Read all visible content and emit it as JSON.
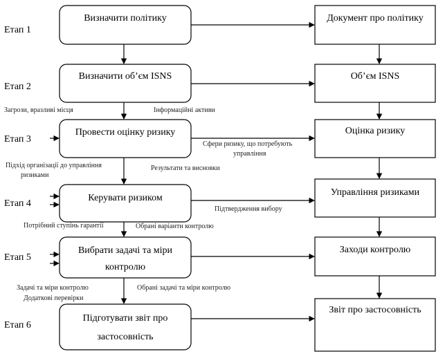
{
  "stages": [
    "Етап 1",
    "Етап 2",
    "Етап 3",
    "Етап 4",
    "Етап 5",
    "Етап 6"
  ],
  "process_boxes": [
    [
      "Визначити політику"
    ],
    [
      "Визначити об’єм ISNS"
    ],
    [
      "Провести оцінку ризику"
    ],
    [
      "Керувати ризиком"
    ],
    [
      "Вибрати задачі та міри",
      "контролю"
    ],
    [
      "Підготувати звіт про",
      "застосовність"
    ]
  ],
  "documents": [
    "Документ про політику",
    "Об’єм ISNS",
    "Оцінка ризику",
    "Управління ризиками",
    "Заходи контролю",
    "Звіт про застосовність"
  ],
  "annotations": {
    "threats": "Загрози, вразливі місця",
    "info_assets": "Інформаційні активи",
    "risk_areas_1": "Сфери ризику, що потребують",
    "risk_areas_2": "управління",
    "approach_1": "Підхід організації до управління",
    "approach_2": "ризиками",
    "results": "Результати та висновки",
    "confirmation": "Підтвердження вибору",
    "assurance": "Потрібний ступінь гарантії",
    "chosen_controls": "Обрані варіанти контролю",
    "tasks_controls": "Задачі та міри контролю",
    "additional_checks": "Додаткові перевірки",
    "chosen_tasks": "Обрані задачі та міри контролю"
  }
}
